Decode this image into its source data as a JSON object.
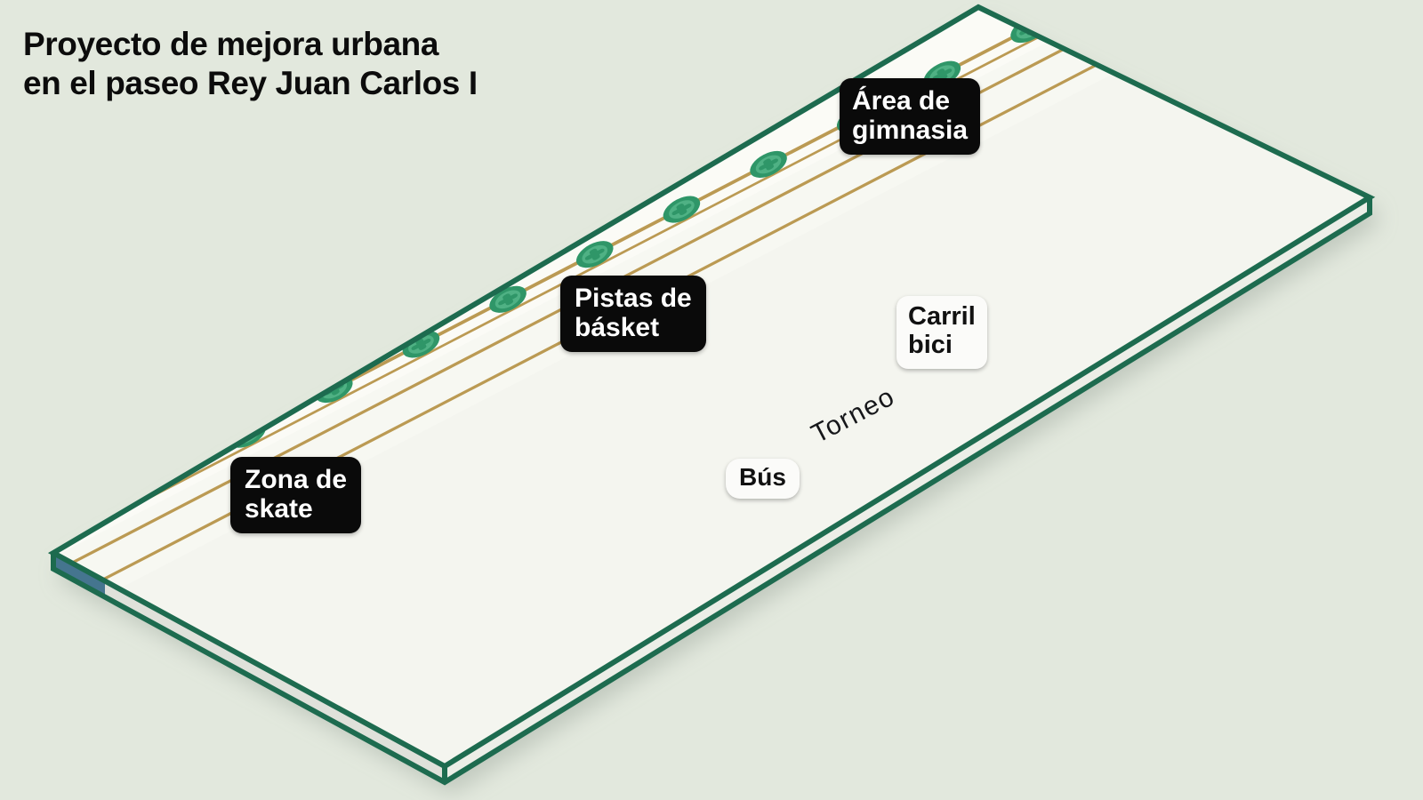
{
  "headline": {
    "line1": "Proyecto de mejora urbana",
    "line2": "en el paseo Rey Juan Carlos I",
    "full": "Proyecto de mejora urbana\nen el paseo Rey Juan Carlos I"
  },
  "map": {
    "type": "isometric-site-plan",
    "background_color": "#e2e8dd",
    "slab_top_color": "#f4f5ef",
    "slab_edge_color": "#e7e8e2",
    "slab_outline_color": "#1d6b4f",
    "water_color": "#6e9cb4",
    "path_color": "#bb9a53",
    "bikelane_color": "#1d6b4f",
    "tree_color": "#2f9668",
    "grass_color": "#b9d9c4",
    "court_color": "#e2670f",
    "court_surround_color": "#f2ddd2",
    "skate_plaza_color": "#e0e1dd",
    "gym_turf_color": "#17a05e",
    "gym_pad_color": "#ccd8e6",
    "labels": [
      {
        "id": "gimnasia",
        "text": "Área de\ngimnasia",
        "style": "dark"
      },
      {
        "id": "basket",
        "text": "Pistas de\nbásket",
        "style": "dark"
      },
      {
        "id": "skate",
        "text": "Zona de\nskate",
        "style": "dark"
      },
      {
        "id": "carril",
        "text": "Carril\nbici",
        "style": "light"
      },
      {
        "id": "bus",
        "text": "Bús",
        "style": "light"
      }
    ],
    "street_names": [
      {
        "id": "torneo",
        "text": "Torneo",
        "rotation_deg": -27.5
      }
    ]
  }
}
